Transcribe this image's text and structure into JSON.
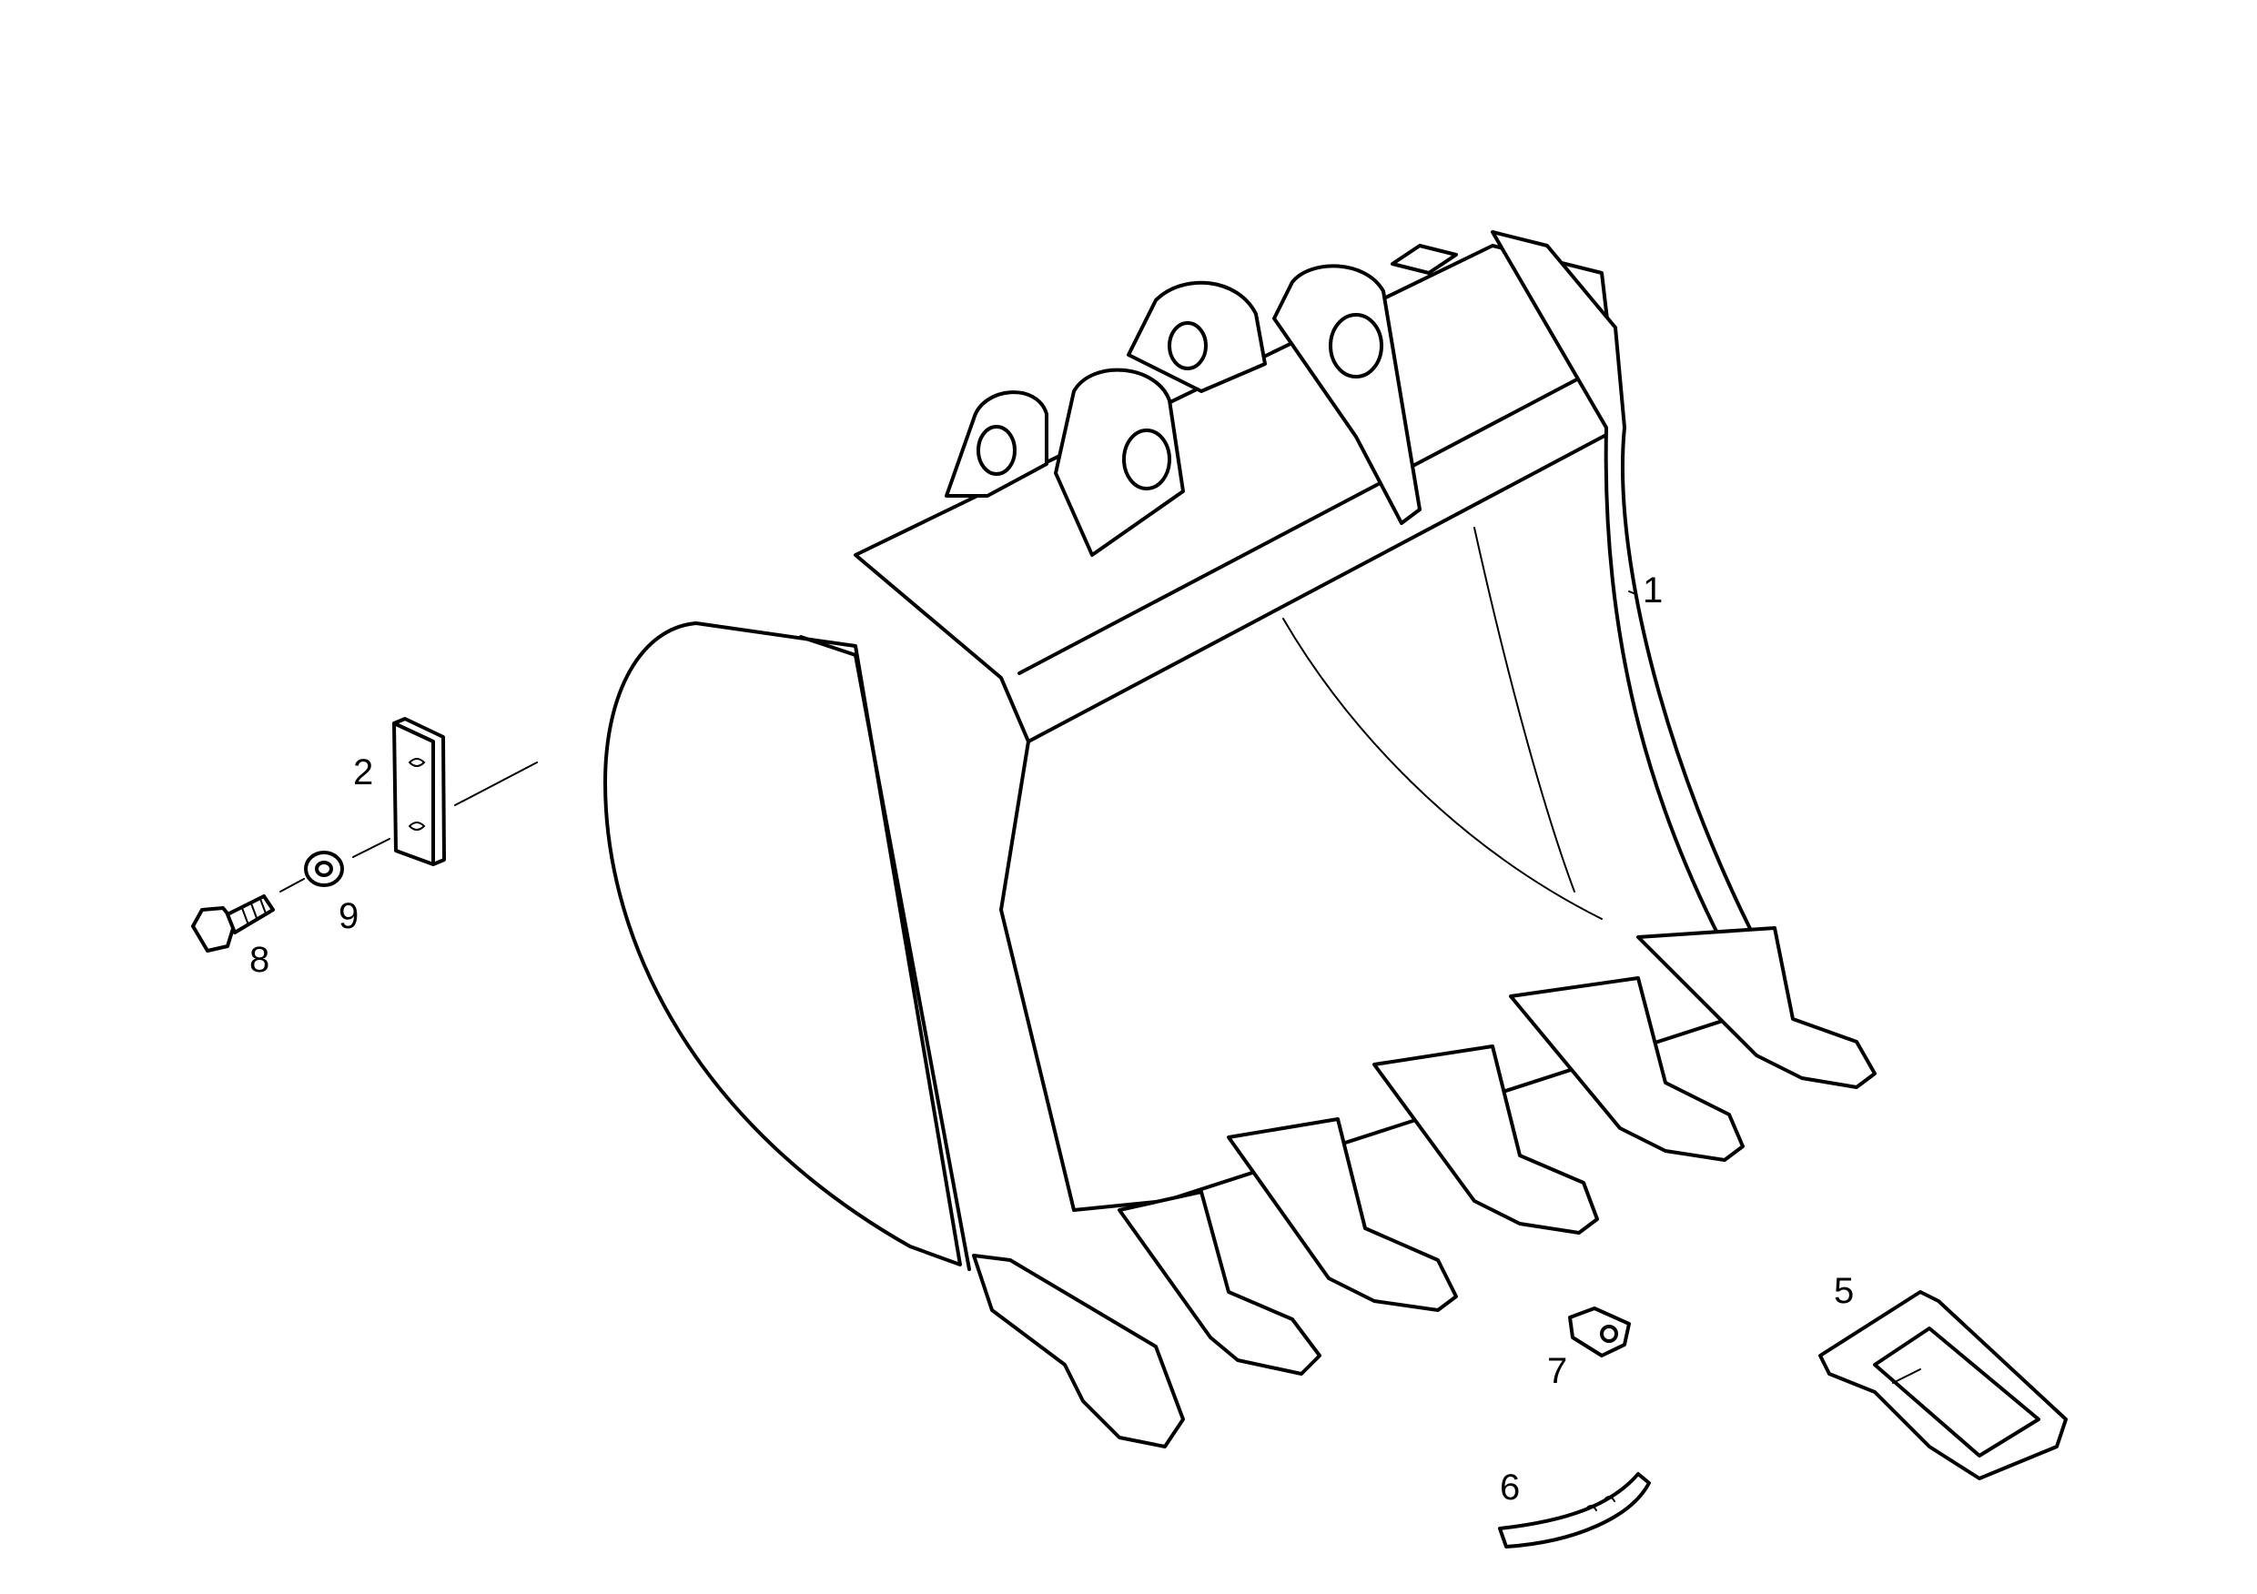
{
  "diagram": {
    "type": "exploded-parts-view",
    "callouts": [
      {
        "id": "1",
        "label": "1"
      },
      {
        "id": "2",
        "label": "2"
      },
      {
        "id": "5",
        "label": "5"
      },
      {
        "id": "6",
        "label": "6"
      },
      {
        "id": "7",
        "label": "7"
      },
      {
        "id": "8",
        "label": "8"
      },
      {
        "id": "9",
        "label": "9"
      }
    ]
  },
  "colors": {
    "line": "#000000",
    "background": "#ffffff"
  }
}
